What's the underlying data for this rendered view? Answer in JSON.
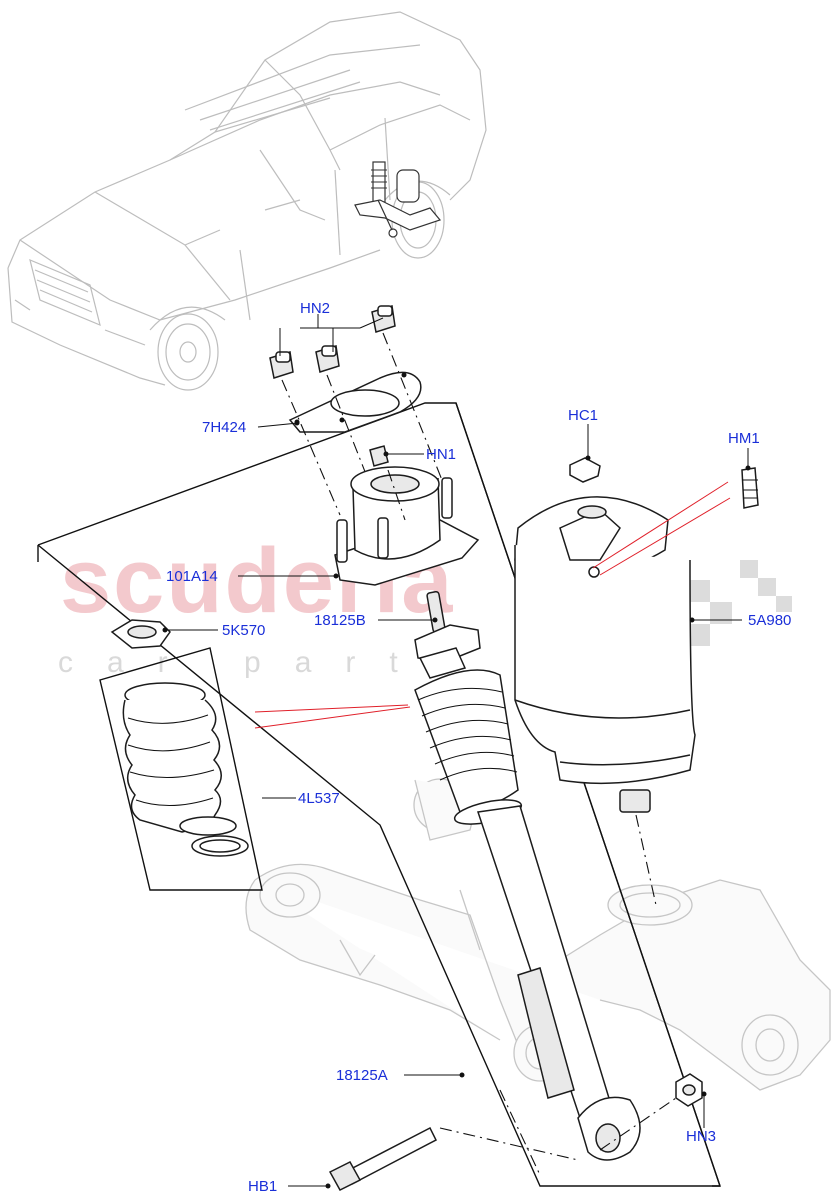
{
  "watermark": {
    "brand": "scuderia",
    "tagline": "car parts"
  },
  "labels": {
    "HN2": "HN2",
    "7H424": "7H424",
    "HN1": "HN1",
    "HC1": "HC1",
    "HM1": "HM1",
    "101A14": "101A14",
    "18125B": "18125B",
    "5K570": "5K570",
    "5A980": "5A980",
    "4L537": "4L537",
    "18125A": "18125A",
    "HN3": "HN3",
    "HB1": "HB1"
  },
  "colors": {
    "label_text": "#1a2fd8",
    "watermark_brand": "#f3c9cd",
    "watermark_tagline": "#d9d9d9",
    "reference_lines": "#e0202a"
  }
}
